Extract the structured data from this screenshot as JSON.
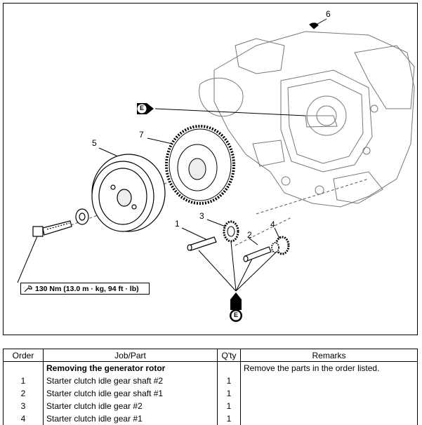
{
  "diagram": {
    "callouts": [
      "1",
      "2",
      "3",
      "4",
      "5",
      "6",
      "7"
    ],
    "lubricant_symbol": "E",
    "torque_spec": "130 Nm (13.0 m · kg, 94 ft · lb)"
  },
  "table": {
    "headers": {
      "order": "Order",
      "job": "Job/Part",
      "qty": "Q'ty",
      "remarks": "Remarks"
    },
    "rows": [
      {
        "order": "",
        "job": "Removing the generator rotor",
        "qty": "",
        "remarks": "Remove the parts in the order listed.",
        "bold": true
      },
      {
        "order": "1",
        "job": "Starter clutch idle gear shaft #2",
        "qty": "1",
        "remarks": ""
      },
      {
        "order": "2",
        "job": "Starter clutch idle gear shaft #1",
        "qty": "1",
        "remarks": ""
      },
      {
        "order": "3",
        "job": "Starter clutch idle gear #2",
        "qty": "1",
        "remarks": ""
      },
      {
        "order": "4",
        "job": "Starter clutch idle gear #1",
        "qty": "1",
        "remarks": ""
      }
    ]
  }
}
